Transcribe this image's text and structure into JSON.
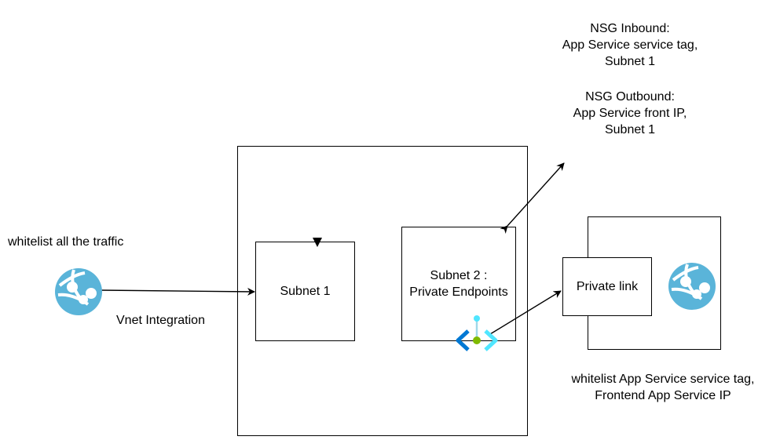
{
  "notes": {
    "nsg_inbound": [
      "NSG Inbound:",
      "App Service service tag,",
      "Subnet 1"
    ],
    "nsg_outbound": [
      "NSG Outbound:",
      "App Service front IP,",
      "Subnet 1"
    ],
    "whitelist_left": "whitelist all the traffic",
    "whitelist_right": [
      "whitelist App Service service tag,",
      "Frontend App Service IP"
    ],
    "vnet_integration": "Vnet Integration"
  },
  "boxes": {
    "subnet1": "Subnet 1",
    "subnet2": [
      "Subnet 2 :",
      "Private Endpoints"
    ],
    "private_link": "Private link"
  },
  "icons": {
    "left_app": "app-service-icon",
    "right_app": "app-service-icon",
    "endpoint": "private-endpoint-icon"
  },
  "colors": {
    "app_service_blue": "#5ab4d9",
    "endpoint_blue": "#0078d4",
    "endpoint_light": "#50e6ff",
    "endpoint_green": "#7fba00"
  }
}
